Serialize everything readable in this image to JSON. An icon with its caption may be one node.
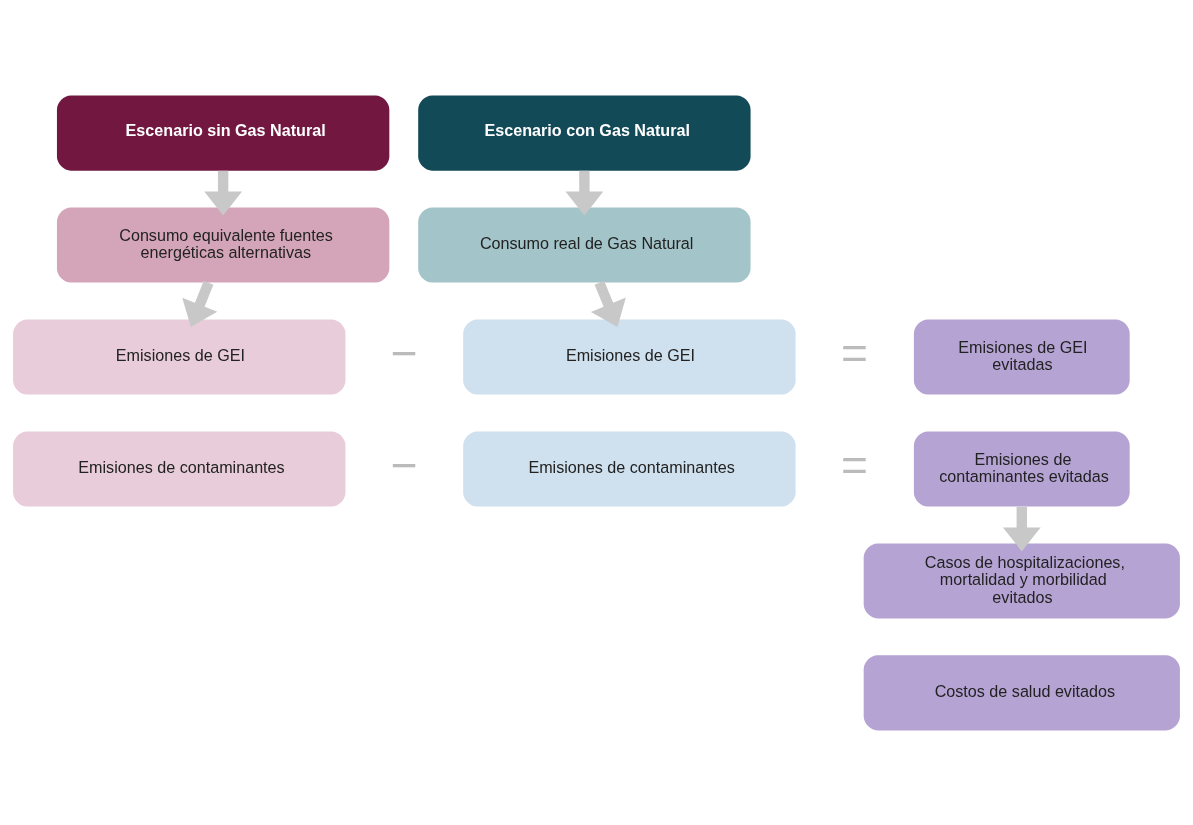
{
  "diagram": {
    "nodes": [
      {
        "text": [
          "Escenario sin Gas Natural"
        ]
      },
      {
        "text": [
          "Escenario con Gas Natural"
        ]
      },
      {
        "text": [
          "Consumo equivalente fuentes energéticas alternativas"
        ]
      },
      {
        "text": [
          "Consumo real de Gas Natural"
        ]
      },
      {
        "text": [
          "Emisiones de GEI"
        ]
      },
      {
        "text": [
          "Emisiones de GEI"
        ]
      },
      {
        "text": [
          "Emisiones de GEI evitadas"
        ]
      },
      {
        "text": [
          "Emisiones de contaminantes"
        ]
      },
      {
        "text": [
          "Emisiones de contaminantes"
        ]
      },
      {
        "text": [
          "Emisiones de contaminantes evitadas"
        ]
      },
      {
        "text": [
          "Casos de hospitalizaciones, mortalidad y morbilidad evitados"
        ]
      },
      {
        "text": [
          "Costos de salud evitados"
        ]
      }
    ],
    "edges": [
      {
        "from": 0,
        "to": 2,
        "arrow": "to"
      },
      {
        "from": 1,
        "to": 3,
        "arrow": "to"
      },
      {
        "from": 2,
        "to": 4,
        "arrow": "to"
      },
      {
        "from": 3,
        "to": 5,
        "arrow": "to"
      },
      {
        "from": 9,
        "to": 10,
        "arrow": "to"
      }
    ],
    "labels": [
      "−",
      "=",
      "−",
      "="
    ]
  }
}
